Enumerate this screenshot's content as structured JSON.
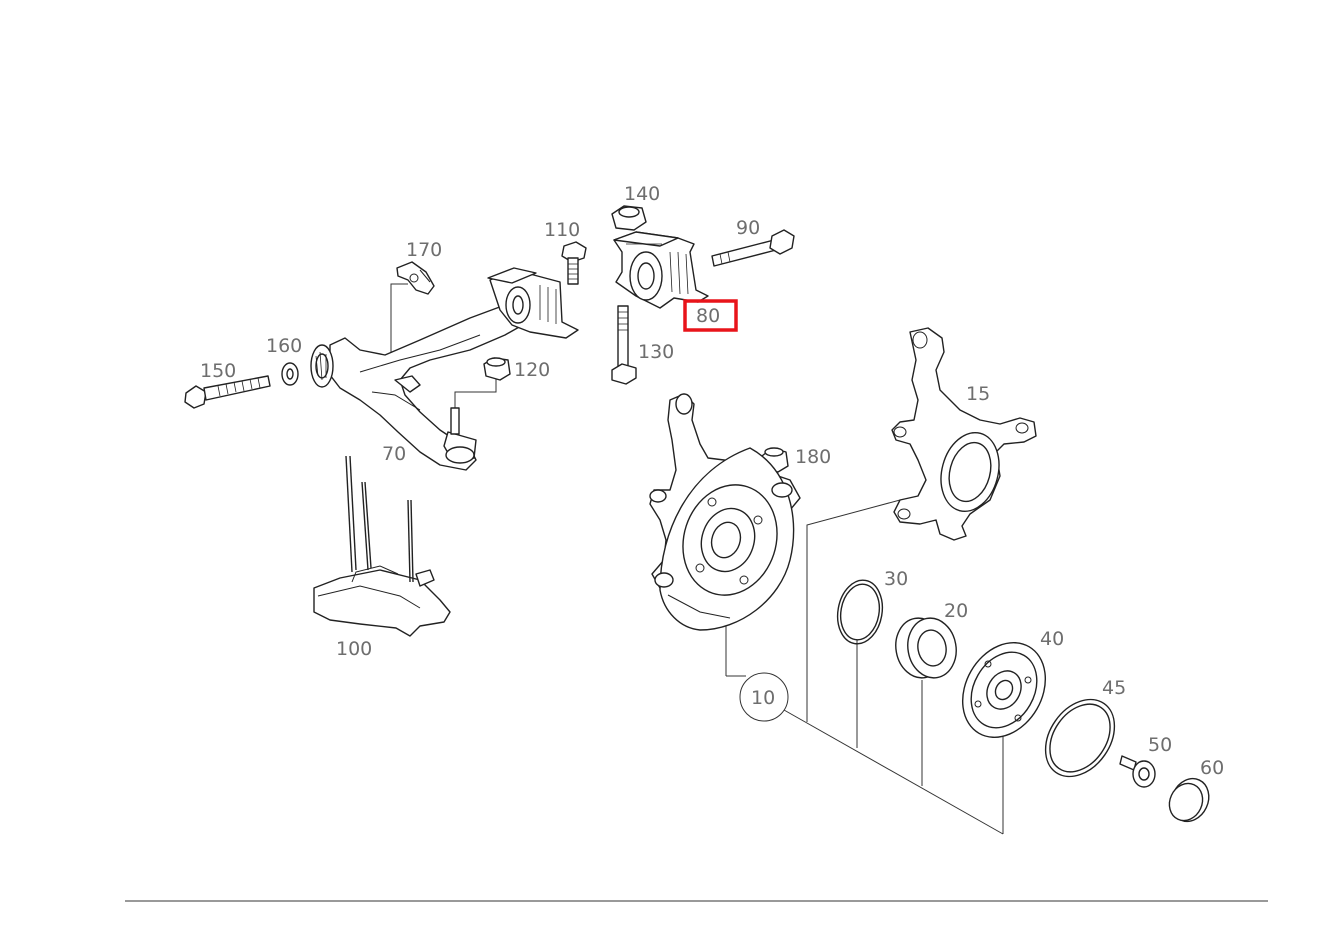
{
  "diagram": {
    "highlight_color": "#e8141a",
    "label_color": "#6e6e6e",
    "line_color": "#222222",
    "highlighted_part": "80",
    "labels": {
      "l10": "10",
      "l15": "15",
      "l20": "20",
      "l30": "30",
      "l40": "40",
      "l45": "45",
      "l50": "50",
      "l60": "60",
      "l70": "70",
      "l80": "80",
      "l90": "90",
      "l100": "100",
      "l110": "110",
      "l120": "120",
      "l130": "130",
      "l140": "140",
      "l150": "150",
      "l160": "160",
      "l170": "170",
      "l180": "180"
    }
  }
}
